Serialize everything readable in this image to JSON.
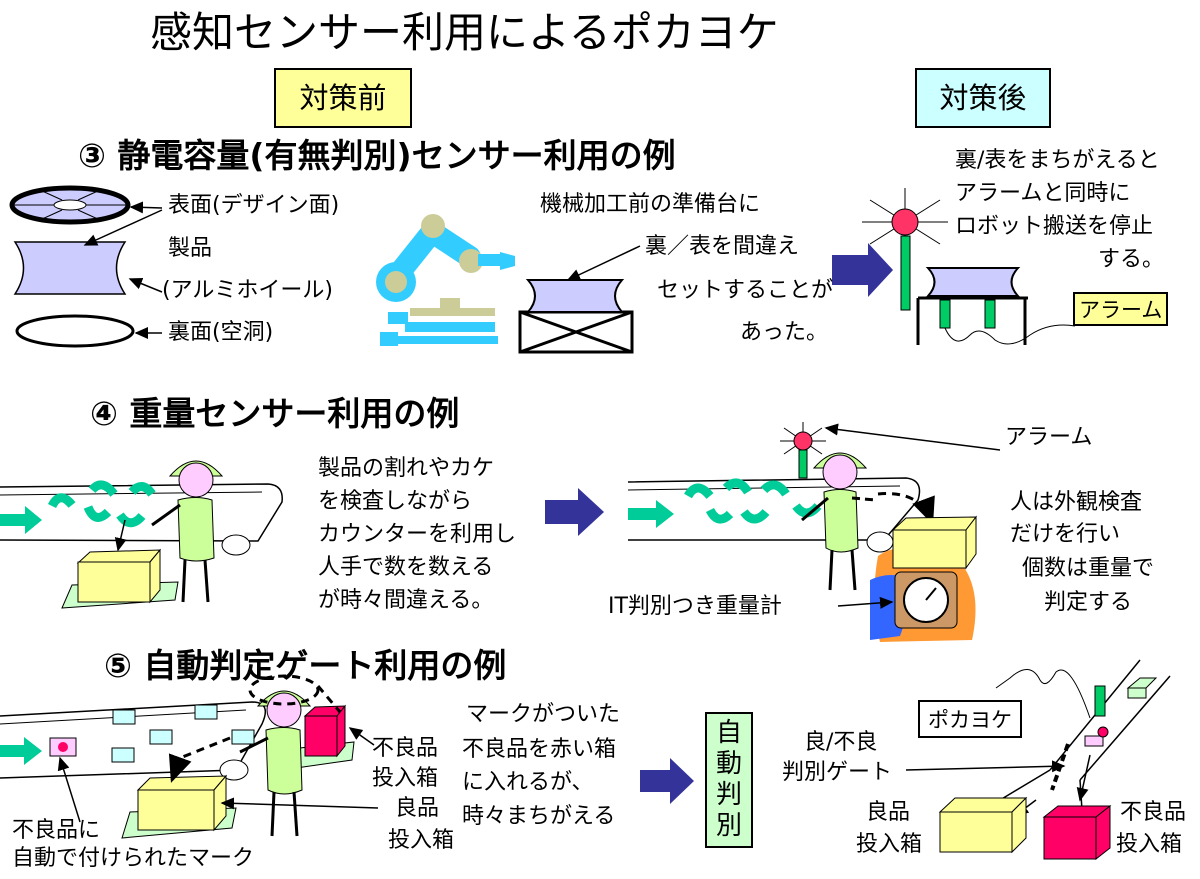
{
  "title": "感知センサー利用によるポカヨケ",
  "before_label": "対策前",
  "after_label": "対策後",
  "section3": {
    "heading": "③ 静電容量(有無判別)センサー利用の例",
    "label_front": "表面(デザイン面)",
    "label_product": "製品",
    "label_aluminum": "(アルミホイール)",
    "label_back": "裏面(空洞)",
    "before_text": [
      "機械加工前の準備台に",
      "裏／表を間違え",
      "セットすることが",
      "あった。"
    ],
    "after_text": [
      "裏/表をまちがえると",
      "アラームと同時に",
      "ロボット搬送を停止",
      "する。"
    ],
    "alarm_box": "アラーム"
  },
  "section4": {
    "heading": "④ 重量センサー利用の例",
    "before_text": [
      "製品の割れやカケ",
      "を検査しながら",
      "カウンターを利用し",
      "人手で数を数える",
      "が時々間違える。"
    ],
    "alarm_label": "アラーム",
    "scale_label": "IT判別つき重量計",
    "after_text": [
      "人は外観検査",
      "だけを行い",
      "個数は重量で",
      "判定する"
    ]
  },
  "section5": {
    "heading": "⑤ 自動判定ゲート利用の例",
    "bad_box_label": [
      "不良品",
      "投入箱"
    ],
    "good_box_label": [
      "良品",
      "投入箱"
    ],
    "mark_label": [
      "不良品に",
      "自動で付けられたマーク"
    ],
    "before_text": [
      "マークがついた",
      "不良品を赤い箱",
      "に入れるが、",
      "時々まちがえる"
    ],
    "gate_label": [
      "自",
      "動",
      "判",
      "別"
    ],
    "pokayoke_label": "ポカヨケ",
    "gate_desc": [
      "良/不良",
      "判別ゲート"
    ],
    "good_after": [
      "良品",
      "投入箱"
    ],
    "bad_after": [
      "不良品",
      "投入箱"
    ]
  },
  "colors": {
    "product": "#ccccff",
    "robot": "#33ccff",
    "arrow_blue": "#333399",
    "arrow_green": "#00cc99",
    "pole_green": "#00cc66",
    "alarm_red": "#ff3366",
    "box_yellow": "#ffff99",
    "base_green": "#ccffcc",
    "worker_body": "#ccff99",
    "worker_face": "#ffccff",
    "bad_box": "#ff0066",
    "small_box": "#ccffff"
  }
}
